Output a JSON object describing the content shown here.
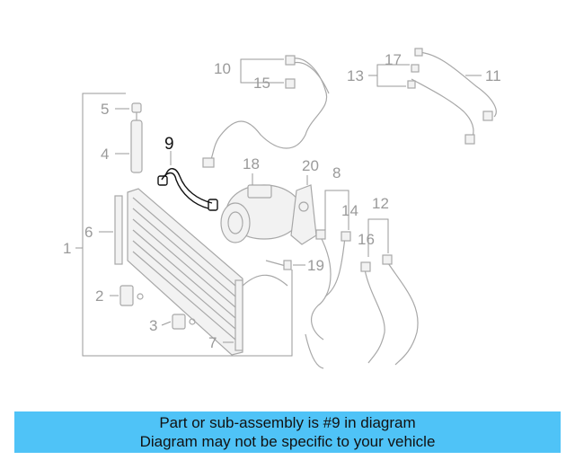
{
  "callouts": {
    "c1": "1",
    "c2": "2",
    "c3": "3",
    "c4": "4",
    "c5": "5",
    "c6": "6",
    "c7": "7",
    "c8": "8",
    "c9": "9",
    "c10": "10",
    "c11": "11",
    "c12": "12",
    "c13": "13",
    "c14": "14",
    "c15": "15",
    "c16": "16",
    "c17": "17",
    "c18": "18",
    "c19": "19",
    "c20": "20"
  },
  "highlighted_part": "9",
  "banner": {
    "line1": "Part or sub-assembly is #9 in diagram",
    "line2": "Diagram may not be specific to your vehicle",
    "color": "#4fc3f7"
  },
  "colors": {
    "parts": "#a8a8a8",
    "highlight": "#111111"
  }
}
